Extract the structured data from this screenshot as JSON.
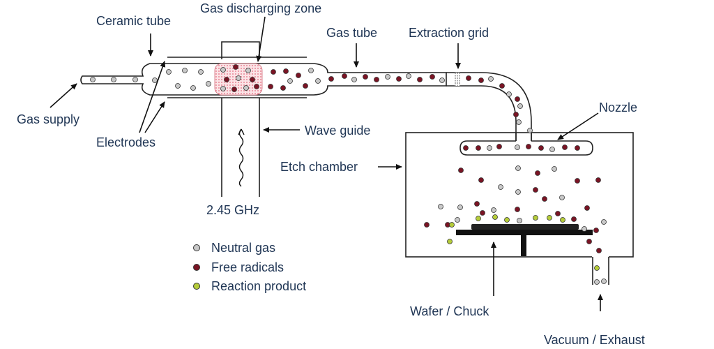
{
  "labels": {
    "ceramic_tube": "Ceramic tube",
    "gas_discharging_zone": "Gas discharging zone",
    "gas_tube": "Gas tube",
    "extraction_grid": "Extraction grid",
    "gas_supply": "Gas supply",
    "electrodes": "Electrodes",
    "wave_guide": "Wave guide",
    "nozzle": "Nozzle",
    "etch_chamber": "Etch chamber",
    "frequency": "2.45 GHz",
    "wafer_chuck": "Wafer / Chuck",
    "vacuum_exhaust": "Vacuum / Exhaust"
  },
  "legend": [
    {
      "label": "Neutral gas",
      "color": "#c8c8c8",
      "kind": "neutral"
    },
    {
      "label": "Free radicals",
      "color": "#7a1424",
      "kind": "radical"
    },
    {
      "label": "Reaction product",
      "color": "#b5cc3a",
      "kind": "product"
    }
  ],
  "colors": {
    "label_text": "#1f3554",
    "discharge_zone_fill": "#f6c9cf",
    "wafer": "#111111"
  }
}
